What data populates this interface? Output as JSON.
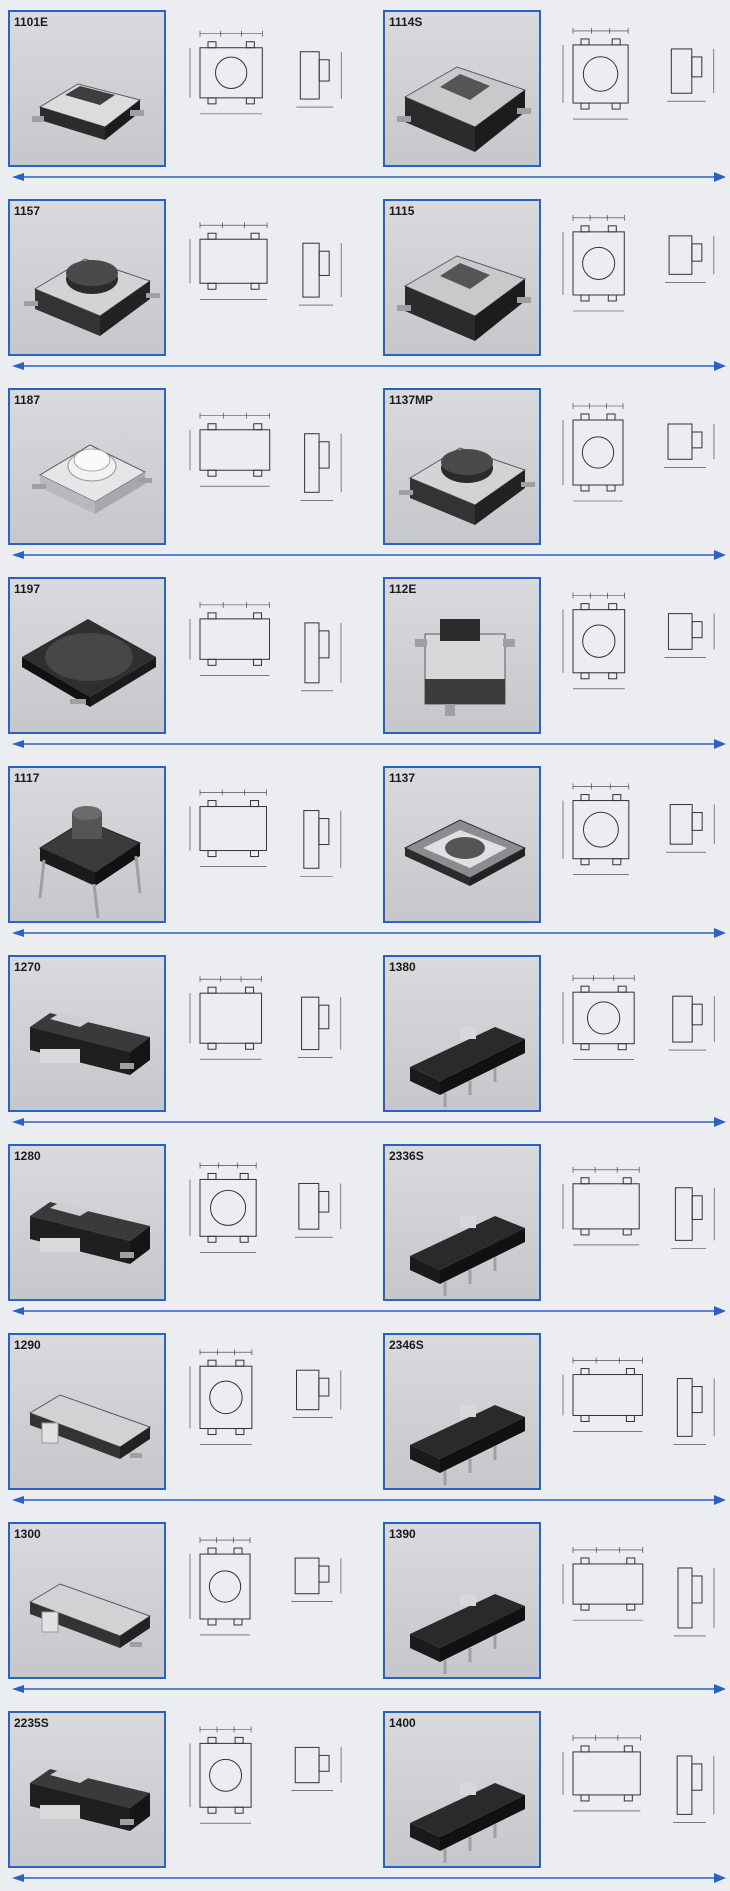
{
  "rows": [
    {
      "left": {
        "code": "1101E",
        "shape": "tact-low"
      },
      "right": {
        "code": "1114S",
        "shape": "tact-slot"
      }
    },
    {
      "left": {
        "code": "1157",
        "shape": "tact-dome"
      },
      "right": {
        "code": "1115",
        "shape": "tact-slot"
      }
    },
    {
      "left": {
        "code": "1187",
        "shape": "tact-star"
      },
      "right": {
        "code": "1137MP",
        "shape": "tact-dome"
      }
    },
    {
      "left": {
        "code": "1197",
        "shape": "tact-flat"
      },
      "right": {
        "code": "112E",
        "shape": "side-push"
      }
    },
    {
      "left": {
        "code": "1117",
        "shape": "tact-tall"
      },
      "right": {
        "code": "1137",
        "shape": "tact-frame"
      }
    },
    {
      "left": {
        "code": "1270",
        "shape": "slide"
      },
      "right": {
        "code": "1380",
        "shape": "slide-angle"
      }
    },
    {
      "left": {
        "code": "1280",
        "shape": "slide"
      },
      "right": {
        "code": "2336S",
        "shape": "slide-angle"
      }
    },
    {
      "left": {
        "code": "1290",
        "shape": "slide-flat"
      },
      "right": {
        "code": "2346S",
        "shape": "slide-angle"
      }
    },
    {
      "left": {
        "code": "1300",
        "shape": "slide-flat"
      },
      "right": {
        "code": "1390",
        "shape": "slide-angle"
      }
    },
    {
      "left": {
        "code": "2235S",
        "shape": "slide"
      },
      "right": {
        "code": "1400",
        "shape": "slide-angle"
      }
    }
  ],
  "colors": {
    "frame": "#2a62c4",
    "arrow": "#2a62c4",
    "background": "#ecedf0"
  }
}
